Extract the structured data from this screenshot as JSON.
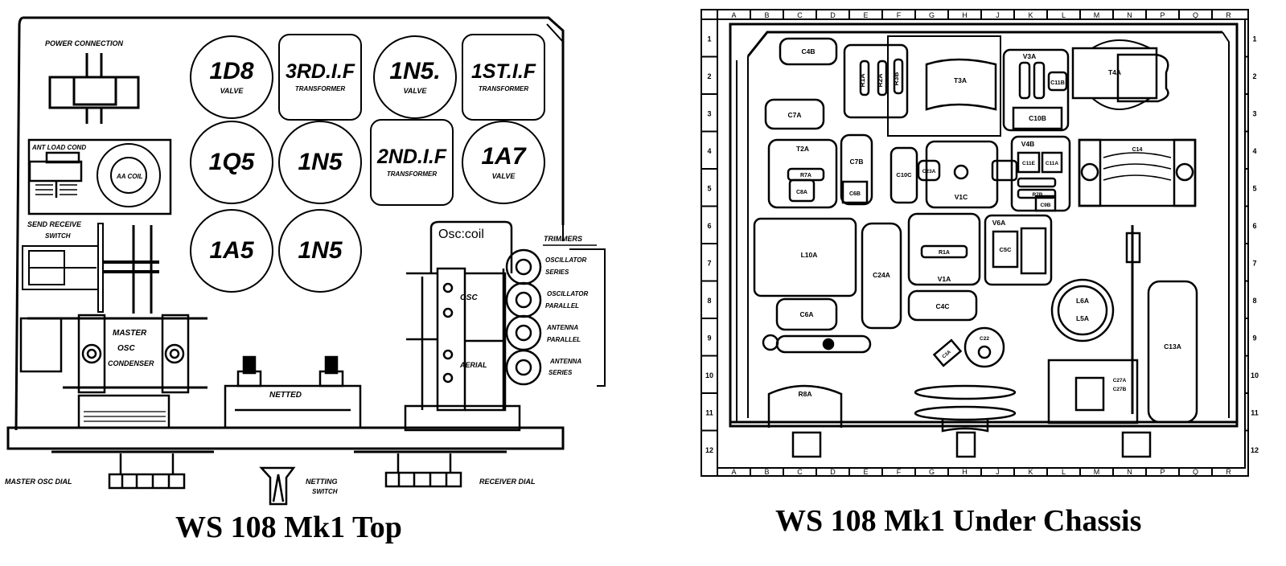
{
  "left_diagram": {
    "caption": "WS 108 Mk1 Top",
    "labels": {
      "power_connection": "POWER CONNECTION",
      "ant_load_cond": "ANT LOAD COND",
      "aa_coil": "AA COIL",
      "send_receive_switch_line1": "SEND RECEIVE",
      "send_receive_switch_line2": "SWITCH",
      "master_osc_condenser": [
        "MASTER",
        "OSC",
        "CONDENSER"
      ],
      "netted": "NETTED",
      "osc_coil": "Osc:coil",
      "osc": "OSC",
      "aerial": "AERIAL",
      "trimmers": "TRIMMERS",
      "trimmer_items": [
        [
          "OSCILLATOR",
          "SERIES"
        ],
        [
          "OSCILLATOR",
          "PARALLEL"
        ],
        [
          "ANTENNA",
          "PARALLEL"
        ],
        [
          "ANTENNA",
          "SERIES"
        ]
      ],
      "master_osc_dial": "MASTER OSC DIAL",
      "netting_switch": [
        "NETTING",
        "SWITCH"
      ],
      "receiver_dial": "RECEIVER DIAL"
    },
    "components": [
      {
        "name": "1D8",
        "sub": "VALVE",
        "shape": "circle"
      },
      {
        "name": "3RD.I.F",
        "sub": "TRANSFORMER",
        "shape": "box"
      },
      {
        "name": "1N5.",
        "sub": "VALVE",
        "shape": "circle"
      },
      {
        "name": "1ST.I.F",
        "sub": "TRANSFORMER",
        "shape": "box"
      },
      {
        "name": "1Q5",
        "sub": "",
        "shape": "circle"
      },
      {
        "name": "1N5",
        "sub": "",
        "shape": "circle"
      },
      {
        "name": "2ND.I.F",
        "sub": "TRANSFORMER",
        "shape": "box"
      },
      {
        "name": "1A7",
        "sub": "VALVE",
        "shape": "circle"
      },
      {
        "name": "1A5",
        "sub": "",
        "shape": "circle"
      },
      {
        "name": "1N5",
        "sub": "",
        "shape": "circle"
      }
    ]
  },
  "right_diagram": {
    "caption": "WS 108 Mk1 Under Chassis",
    "ruler_letters": [
      "A",
      "B",
      "C",
      "D",
      "E",
      "F",
      "G",
      "H",
      "J",
      "K",
      "L",
      "M",
      "N",
      "P",
      "Q",
      "R"
    ],
    "ruler_numbers": [
      "1",
      "2",
      "3",
      "4",
      "5",
      "6",
      "7",
      "8",
      "9",
      "10",
      "11",
      "12"
    ],
    "components": {
      "C4B": "C4B",
      "R1A": "R1A",
      "R2A": "R2A",
      "R3B": "R3B",
      "T3A": "T3A",
      "V3A": "V3A",
      "C11B": "C11B",
      "T4A": "T4A",
      "C7A": "C7A",
      "C10B": "C10B",
      "T2A": "T2A",
      "R7A": "R7A",
      "C8A": "C8A",
      "C7B": "C7B",
      "C6B": "C6B",
      "C10C": "C10C",
      "C23A": "C23A",
      "V1C": "V1C",
      "V4B": "V4B",
      "C11E": "C11E",
      "C11A": "C11A",
      "C14": "C14",
      "R7B": "R7B",
      "C9B": "C9B",
      "L10A": "L10A",
      "C24A": "C24A",
      "V1A": "V1A",
      "R1A2": "R1A",
      "V6A": "V6A",
      "C5C": "C5C",
      "C4C": "C4C",
      "C6A": "C6A",
      "L6A": "L6A",
      "L5A": "L5A",
      "C13A": "C13A",
      "R8A": "R8A",
      "C22": "C22",
      "C3A": "C3A",
      "C27A": "C27A",
      "C27B": "C27B"
    }
  }
}
